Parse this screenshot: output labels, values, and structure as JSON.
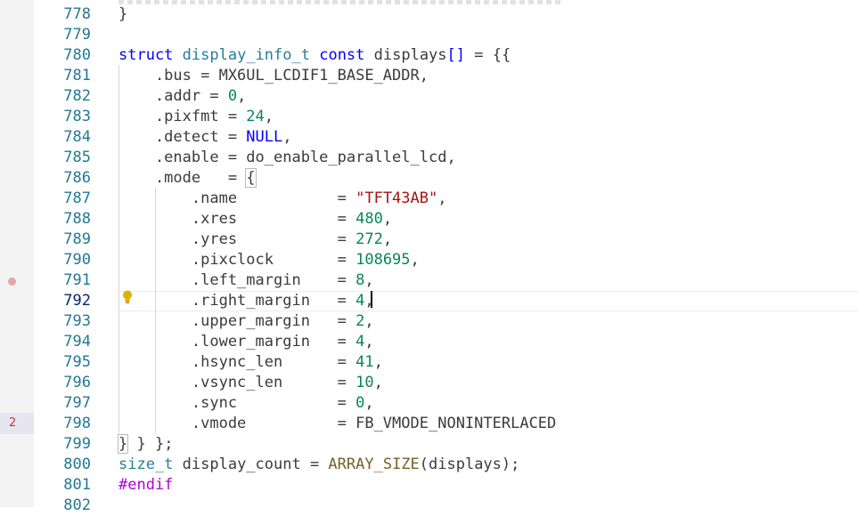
{
  "editor": {
    "problem_count": "2",
    "lines": [
      {
        "num": "778",
        "tokens": [
          {
            "t": "}",
            "c": "plain"
          }
        ]
      },
      {
        "num": "779",
        "tokens": []
      },
      {
        "num": "780",
        "tokens": [
          {
            "t": "struct",
            "c": "kw"
          },
          {
            "t": " ",
            "c": "plain"
          },
          {
            "t": "display_info_t",
            "c": "type"
          },
          {
            "t": " ",
            "c": "plain"
          },
          {
            "t": "const",
            "c": "kw"
          },
          {
            "t": " displays",
            "c": "plain"
          },
          {
            "t": "[]",
            "c": "kw"
          },
          {
            "t": " = {{",
            "c": "plain"
          }
        ]
      },
      {
        "num": "781",
        "tokens": [
          {
            "t": "    .bus = MX6UL_LCDIF1_BASE_ADDR,",
            "c": "plain"
          }
        ]
      },
      {
        "num": "782",
        "tokens": [
          {
            "t": "    .addr = ",
            "c": "plain"
          },
          {
            "t": "0",
            "c": "num"
          },
          {
            "t": ",",
            "c": "plain"
          }
        ]
      },
      {
        "num": "783",
        "tokens": [
          {
            "t": "    .pixfmt = ",
            "c": "plain"
          },
          {
            "t": "24",
            "c": "num"
          },
          {
            "t": ",",
            "c": "plain"
          }
        ]
      },
      {
        "num": "784",
        "tokens": [
          {
            "t": "    .detect = ",
            "c": "plain"
          },
          {
            "t": "NULL",
            "c": "kw"
          },
          {
            "t": ",",
            "c": "plain"
          }
        ]
      },
      {
        "num": "785",
        "tokens": [
          {
            "t": "    .enable = do_enable_parallel_lcd,",
            "c": "plain"
          }
        ]
      },
      {
        "num": "786",
        "tokens": [
          {
            "t": "    .mode   = ",
            "c": "plain"
          },
          {
            "t": "{",
            "c": "brk"
          }
        ]
      },
      {
        "num": "787",
        "tokens": [
          {
            "t": "        .name           = ",
            "c": "plain"
          },
          {
            "t": "\"TFT43AB\"",
            "c": "str"
          },
          {
            "t": ",",
            "c": "plain"
          }
        ]
      },
      {
        "num": "788",
        "tokens": [
          {
            "t": "        .xres           = ",
            "c": "plain"
          },
          {
            "t": "480",
            "c": "num"
          },
          {
            "t": ",",
            "c": "plain"
          }
        ]
      },
      {
        "num": "789",
        "tokens": [
          {
            "t": "        .yres           = ",
            "c": "plain"
          },
          {
            "t": "272",
            "c": "num"
          },
          {
            "t": ",",
            "c": "plain"
          }
        ]
      },
      {
        "num": "790",
        "tokens": [
          {
            "t": "        .pixclock       = ",
            "c": "plain"
          },
          {
            "t": "108695",
            "c": "num"
          },
          {
            "t": ",",
            "c": "plain"
          }
        ]
      },
      {
        "num": "791",
        "tokens": [
          {
            "t": "        .left_margin    = ",
            "c": "plain"
          },
          {
            "t": "8",
            "c": "num"
          },
          {
            "t": ",",
            "c": "plain"
          }
        ]
      },
      {
        "num": "792",
        "current": true,
        "tokens": [
          {
            "t": "        .right_margin   = ",
            "c": "plain"
          },
          {
            "t": "4",
            "c": "num"
          },
          {
            "t": ",",
            "c": "plain"
          }
        ]
      },
      {
        "num": "793",
        "tokens": [
          {
            "t": "        .upper_margin   = ",
            "c": "plain"
          },
          {
            "t": "2",
            "c": "num"
          },
          {
            "t": ",",
            "c": "plain"
          }
        ]
      },
      {
        "num": "794",
        "tokens": [
          {
            "t": "        .lower_margin   = ",
            "c": "plain"
          },
          {
            "t": "4",
            "c": "num"
          },
          {
            "t": ",",
            "c": "plain"
          }
        ]
      },
      {
        "num": "795",
        "tokens": [
          {
            "t": "        .hsync_len      = ",
            "c": "plain"
          },
          {
            "t": "41",
            "c": "num"
          },
          {
            "t": ",",
            "c": "plain"
          }
        ]
      },
      {
        "num": "796",
        "tokens": [
          {
            "t": "        .vsync_len      = ",
            "c": "plain"
          },
          {
            "t": "10",
            "c": "num"
          },
          {
            "t": ",",
            "c": "plain"
          }
        ]
      },
      {
        "num": "797",
        "tokens": [
          {
            "t": "        .sync           = ",
            "c": "plain"
          },
          {
            "t": "0",
            "c": "num"
          },
          {
            "t": ",",
            "c": "plain"
          }
        ]
      },
      {
        "num": "798",
        "tokens": [
          {
            "t": "        .vmode          = FB_VMODE_NONINTERLACED",
            "c": "plain"
          }
        ]
      },
      {
        "num": "799",
        "tokens": [
          {
            "t": "}",
            "c": "brk"
          },
          {
            "t": " } };",
            "c": "plain"
          }
        ]
      },
      {
        "num": "800",
        "tokens": [
          {
            "t": "size_t",
            "c": "type"
          },
          {
            "t": " display_count = ",
            "c": "plain"
          },
          {
            "t": "ARRAY_SIZE",
            "c": "fn"
          },
          {
            "t": "(displays);",
            "c": "plain"
          }
        ]
      },
      {
        "num": "801",
        "tokens": [
          {
            "t": "#endif",
            "c": "pre"
          }
        ]
      },
      {
        "num": "802",
        "tokens": []
      }
    ]
  }
}
